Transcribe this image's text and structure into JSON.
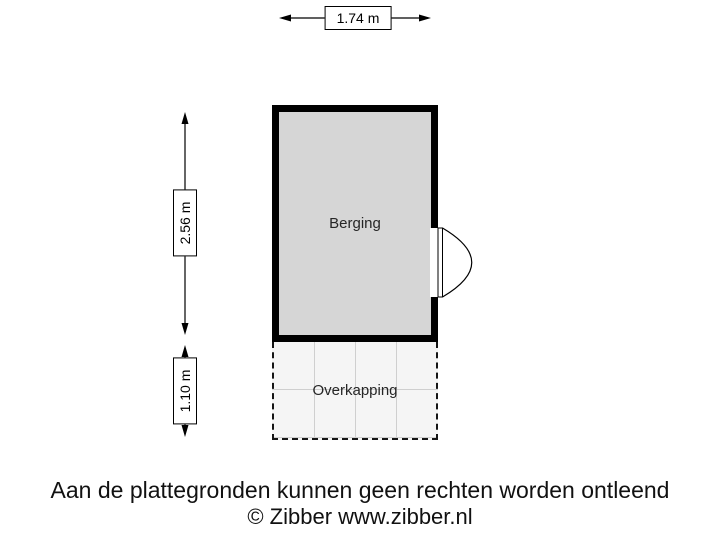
{
  "floorplan": {
    "rooms": {
      "berging": {
        "label": "Berging"
      },
      "overkapping": {
        "label": "Overkapping"
      }
    },
    "dimensions": {
      "top_width": "1.74 m",
      "berging_height": "2.56 m",
      "overkapping_height": "1.10 m"
    },
    "colors": {
      "wall": "#000000",
      "berging_fill": "#d6d6d6",
      "overkapping_fill": "#f5f5f5",
      "grid_line": "#cfcfcf",
      "dimension_line": "#000000"
    }
  },
  "footer": {
    "disclaimer": "Aan de plattegronden kunnen geen rechten worden ontleend",
    "copyright": "© Zibber www.zibber.nl"
  }
}
